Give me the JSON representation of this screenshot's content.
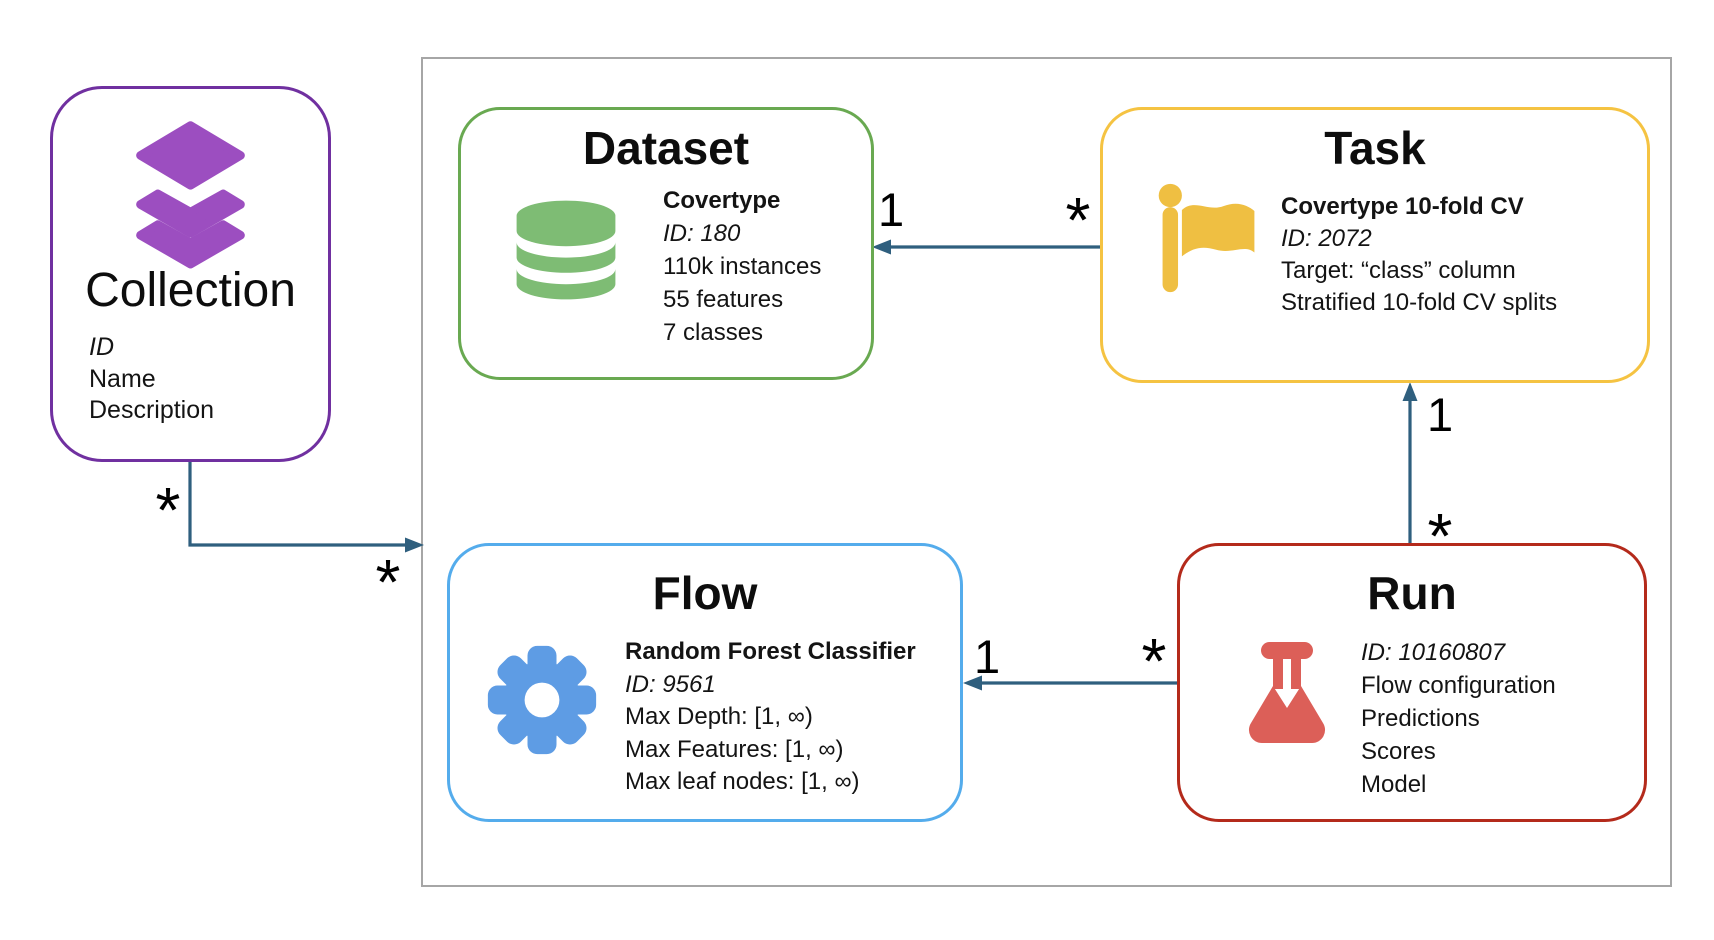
{
  "colors": {
    "frame_border": "#A6A6A6",
    "arrow": "#2F5F7E",
    "collection_border": "#7030A0",
    "collection_icon": "#9C4EC0",
    "dataset_border": "#69A951",
    "dataset_icon": "#7EBC74",
    "task_border": "#F5C342",
    "task_icon": "#EFBF42",
    "flow_border": "#54ACEC",
    "flow_icon": "#5E9CE4",
    "run_border": "#B42A1B",
    "run_icon": "#DC5F58"
  },
  "nodes": {
    "collection": {
      "title": "Collection",
      "icon": "layers-icon",
      "lines": [
        "ID",
        "Name",
        "Description"
      ]
    },
    "dataset": {
      "title": "Dataset",
      "icon": "database-icon",
      "lines": [
        "Covertype",
        "ID: 180",
        "110k instances",
        "55 features",
        "7 classes"
      ]
    },
    "task": {
      "title": "Task",
      "icon": "flag-icon",
      "lines": [
        "Covertype 10-fold CV",
        "ID: 2072",
        "Target: “class” column",
        "Stratified 10-fold CV splits"
      ]
    },
    "flow": {
      "title": "Flow",
      "icon": "gear-icon",
      "lines": [
        "Random Forest Classifier",
        "ID: 9561",
        "Max Depth: [1, ∞)",
        "Max Features: [1, ∞)",
        "Max leaf nodes: [1, ∞)"
      ]
    },
    "run": {
      "title": "Run",
      "icon": "flask-icon",
      "lines": [
        "ID: 10160807",
        "Flow configuration",
        "Predictions",
        "Scores",
        "Model"
      ]
    }
  },
  "edges": {
    "task_to_dataset": {
      "head_label": "1",
      "tail_label": "*"
    },
    "run_to_task": {
      "head_label": "1",
      "tail_label": "*"
    },
    "run_to_flow": {
      "head_label": "1",
      "tail_label": "*"
    },
    "collection_to_frame": {
      "start_label": "*",
      "end_label": "*"
    }
  }
}
